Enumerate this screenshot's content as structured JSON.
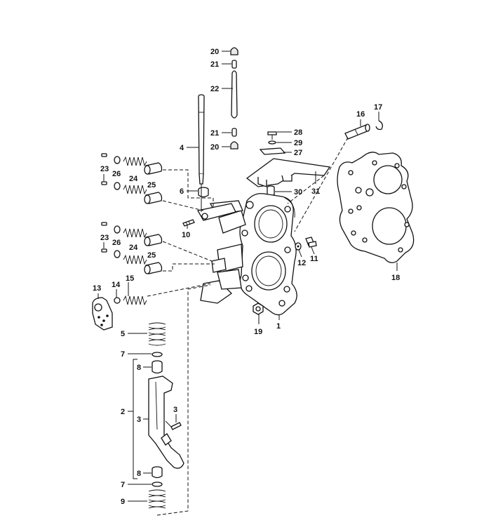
{
  "callouts": {
    "p1": "1",
    "p2": "2",
    "p3a": "3",
    "p3b": "3",
    "p4": "4",
    "p5": "5",
    "p6": "6",
    "p7a": "7",
    "p7b": "7",
    "p8a": "8",
    "p8b": "8",
    "p9": "9",
    "p10": "10",
    "p11": "11",
    "p12": "12",
    "p13": "13",
    "p14": "14",
    "p15": "15",
    "p16": "16",
    "p17": "17",
    "p18": "18",
    "p19": "19",
    "p20a": "20",
    "p20b": "20",
    "p21a": "21",
    "p21b": "21",
    "p22": "22",
    "p23a": "23",
    "p23b": "23",
    "p24a": "24",
    "p24b": "24",
    "p25a": "25",
    "p25b": "25",
    "p26a": "26",
    "p26b": "26",
    "p27": "27",
    "p28": "28",
    "p29": "29",
    "p30": "30",
    "p31": "31"
  }
}
